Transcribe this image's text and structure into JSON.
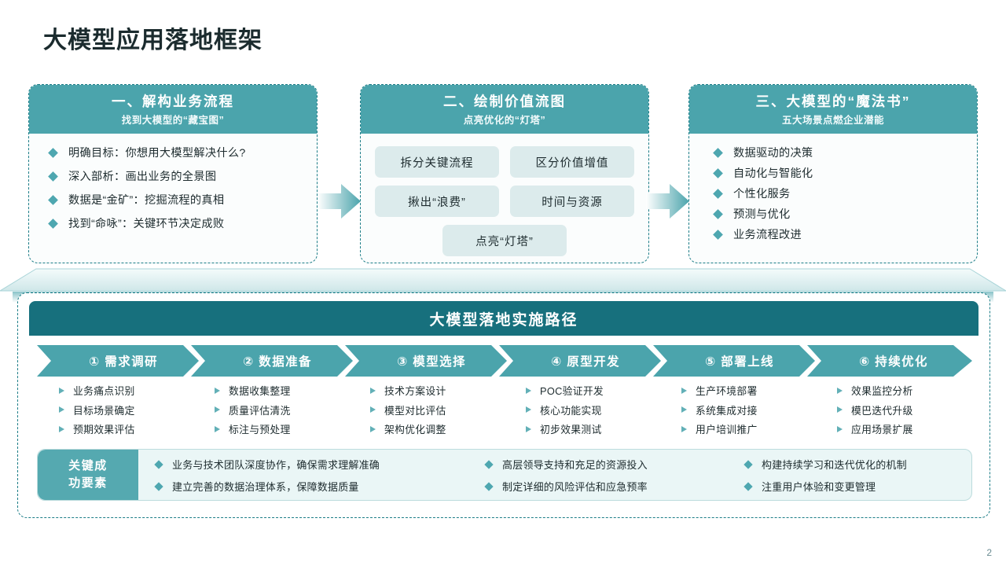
{
  "slide": {
    "title": "大模型应用落地框架",
    "page_number": "2",
    "accent_teal": "#4ba4ac",
    "dark_teal": "#17707d",
    "chip_bg": "#dcebec",
    "panel_bg": "#eaf6f6"
  },
  "cards": [
    {
      "title": "一、解构业务流程",
      "subtitle": "找到大模型的“藏宝图”",
      "bullets": [
        "明确目标：你想用大模型解决什么?",
        "深入部析：画出业务的全景图",
        "数据是“金矿”：挖掘流程的真相",
        "找到“命咏”：关键环节决定成败"
      ]
    },
    {
      "title": "二、绘制价值流图",
      "subtitle": "点亮优化的“灯塔”",
      "chips": [
        [
          "拆分关键流程",
          "区分价值增值"
        ],
        [
          "揪出“浪费”",
          "时间与资源"
        ],
        [
          "点亮“灯塔”"
        ]
      ]
    },
    {
      "title": "三、大模型的“魔法书”",
      "subtitle": "五大场景点燃企业潜能",
      "bullets": [
        "数据驱动的决策",
        "自动化与智能化",
        "个性化服务",
        "预测与优化",
        "业务流程改进"
      ]
    }
  ],
  "path": {
    "banner_title": "大模型落地实施路径",
    "steps": [
      {
        "label": "① 需求调研",
        "items": [
          "业务痛点识别",
          "目标场景确定",
          "预期效果评估"
        ]
      },
      {
        "label": "② 数据准备",
        "items": [
          "数据收集整理",
          "质量评估清洗",
          "标注与预处理"
        ]
      },
      {
        "label": "③ 模型选择",
        "items": [
          "技术方案设计",
          "模型对比评估",
          "架构优化调整"
        ]
      },
      {
        "label": "④ 原型开发",
        "items": [
          "POC验证开发",
          "核心功能实现",
          "初步效果测试"
        ]
      },
      {
        "label": "⑤ 部署上线",
        "items": [
          "生产环境部署",
          "系统集成对接",
          "用户培训推广"
        ]
      },
      {
        "label": "⑥ 持续优化",
        "items": [
          "效果监控分析",
          "模巴迭代升级",
          "应用场景扩展"
        ]
      }
    ]
  },
  "key_success": {
    "label_line1": "关键成",
    "label_line2": "功要素",
    "columns": [
      [
        "业务与技术团队深度协作，确保需求理解准确",
        "建立完善的数据治理体系，保障数据质量"
      ],
      [
        "高层领导支持和充足的资源投入",
        "制定详细的风险评估和应急预率"
      ],
      [
        "构建持续学习和迭代优化的机制",
        "注重用户体验和变更管理"
      ]
    ]
  }
}
